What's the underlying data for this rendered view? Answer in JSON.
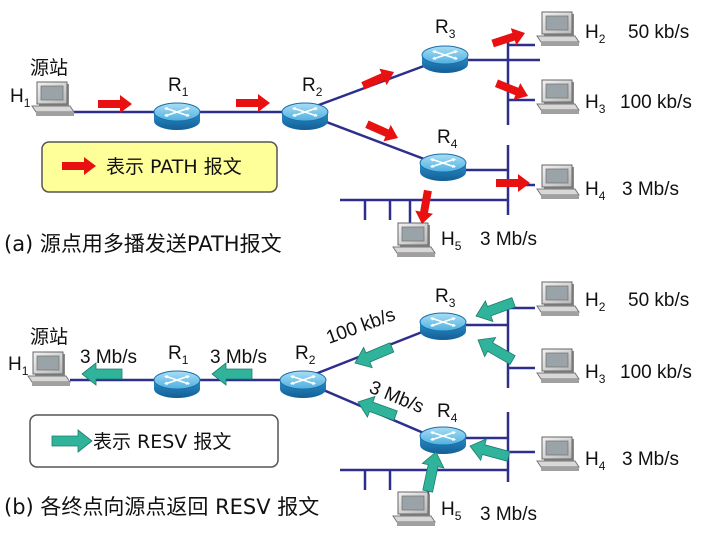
{
  "panel_a": {
    "caption": "(a) 源点用多播发送PATH报文",
    "legend": "表示 PATH 报文",
    "source_label": "源站",
    "hosts": [
      {
        "name": "H",
        "sub": "1"
      },
      {
        "name": "H",
        "sub": "2",
        "rate": "50 kb/s"
      },
      {
        "name": "H",
        "sub": "3",
        "rate": "100 kb/s"
      },
      {
        "name": "H",
        "sub": "4",
        "rate": "3 Mb/s"
      },
      {
        "name": "H",
        "sub": "5",
        "rate": "3 Mb/s"
      }
    ],
    "routers": [
      {
        "name": "R",
        "sub": "1"
      },
      {
        "name": "R",
        "sub": "2"
      },
      {
        "name": "R",
        "sub": "3"
      },
      {
        "name": "R",
        "sub": "4"
      }
    ]
  },
  "panel_b": {
    "caption": "(b) 各终点向源点返回 RESV 报文",
    "legend": "表示 RESV 报文",
    "source_label": "源站",
    "hosts": [
      {
        "name": "H",
        "sub": "1"
      },
      {
        "name": "H",
        "sub": "2",
        "rate": "50 kb/s"
      },
      {
        "name": "H",
        "sub": "3",
        "rate": "100 kb/s"
      },
      {
        "name": "H",
        "sub": "4",
        "rate": "3 Mb/s"
      },
      {
        "name": "H",
        "sub": "5",
        "rate": "3 Mb/s"
      }
    ],
    "routers": [
      {
        "name": "R",
        "sub": "1"
      },
      {
        "name": "R",
        "sub": "2"
      },
      {
        "name": "R",
        "sub": "3"
      },
      {
        "name": "R",
        "sub": "4"
      }
    ],
    "link_labels": [
      "3 Mb/s",
      "3 Mb/s",
      "100 kb/s",
      "3 Mb/s"
    ]
  },
  "colors": {
    "link": "#2e2e8c",
    "path_arrow": "#e81010",
    "resv_arrow": "#2fb39a",
    "legend_a_bg": "#ffff99",
    "router_top": "#6fc3ea",
    "router_side": "#1f7db8"
  }
}
